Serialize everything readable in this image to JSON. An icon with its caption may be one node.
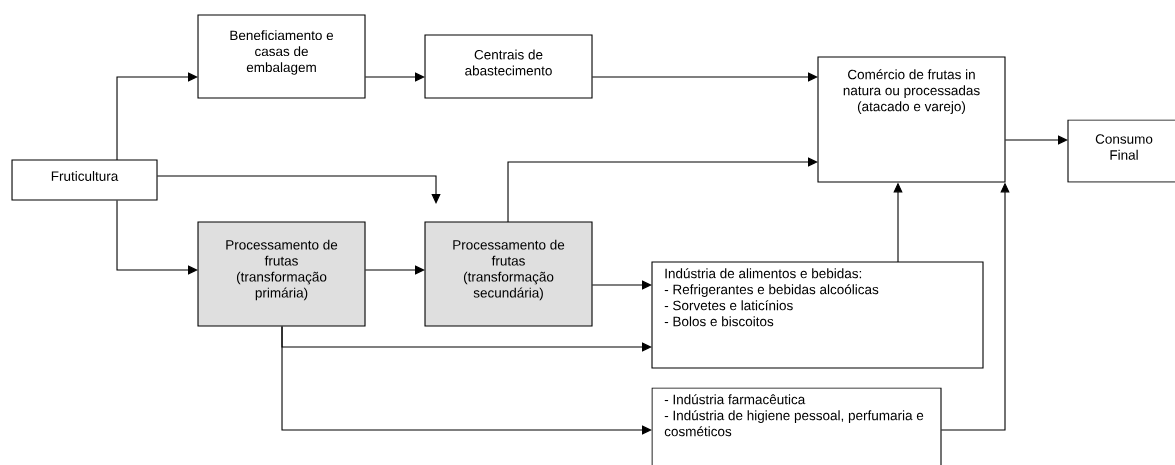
{
  "diagram": {
    "nodes": [
      {
        "text": [
          "Fruticultura"
        ]
      },
      {
        "text": [
          "Beneficiamento e casas de embalagem"
        ]
      },
      {
        "text": [
          "Centrais de abastecimento"
        ]
      },
      {
        "text": [
          "Comércio de frutas in natura ou processadas (atacado e varejo)"
        ]
      },
      {
        "text": [
          "Consumo Final"
        ]
      },
      {
        "text": [
          "Processamento de frutas (transformação primária)"
        ]
      },
      {
        "text": [
          "Processamento de frutas (transformação secundária)"
        ]
      },
      {
        "text": [
          "Indústria de alimentos e bebidas:",
          "- Refrigerantes e bebidas alcoólicas",
          "- Sorvetes e laticínios",
          "- Bolos e biscoitos"
        ]
      },
      {
        "text": [
          "- Indústria farmacêutica",
          "- Indústria de higiene pessoal, perfumaria e cosméticos"
        ]
      }
    ],
    "edges": [
      {
        "from": 0,
        "to": 1,
        "arrow": "to"
      },
      {
        "from": 0,
        "to": 6,
        "arrow": "to"
      },
      {
        "from": 0,
        "to": 5,
        "arrow": "to"
      },
      {
        "from": 1,
        "to": 2,
        "arrow": "to"
      },
      {
        "from": 2,
        "to": 3,
        "arrow": "to"
      },
      {
        "from": 6,
        "to": 3,
        "arrow": "to"
      },
      {
        "from": 3,
        "to": 4,
        "arrow": "to"
      },
      {
        "from": 5,
        "to": 6,
        "arrow": "to"
      },
      {
        "from": 6,
        "to": 7,
        "arrow": "to"
      },
      {
        "from": 5,
        "to": 7,
        "arrow": "to"
      },
      {
        "from": 5,
        "to": 8,
        "arrow": "to"
      },
      {
        "from": 7,
        "to": 3,
        "arrow": "to"
      },
      {
        "from": 8,
        "to": 3,
        "arrow": "to"
      }
    ]
  }
}
